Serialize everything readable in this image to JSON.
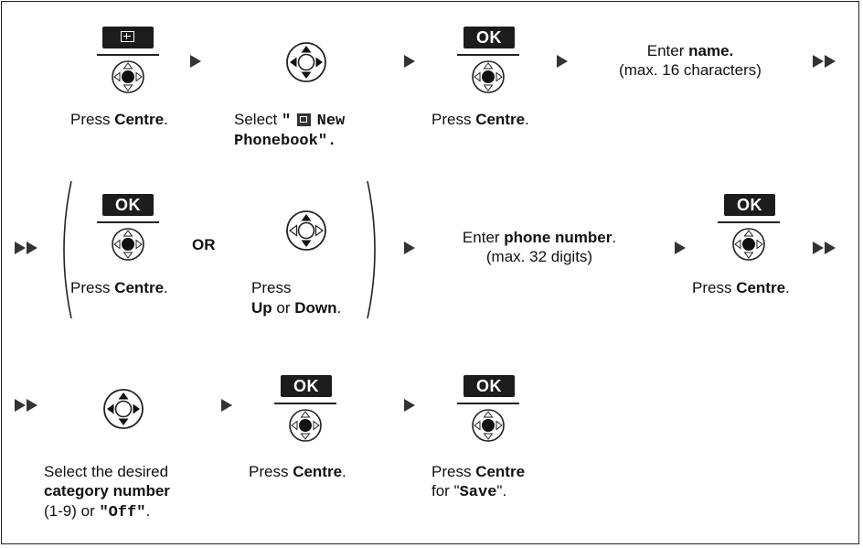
{
  "keys": {
    "ok": "OK"
  },
  "row1": {
    "step1": {
      "pre": "Press ",
      "bold": "Centre",
      "post": "."
    },
    "step2": {
      "pre": "Select ",
      "quote_open": "\"",
      "mono_line1": "New",
      "mono_line2": "Phonebook",
      "quote_close": "\"."
    },
    "step3": {
      "pre": "Press ",
      "bold": "Centre",
      "post": "."
    },
    "step4": {
      "pre": "Enter ",
      "bold": "name.",
      "line2": "(max. 16 characters)"
    }
  },
  "row2": {
    "optionA": {
      "pre": "Press ",
      "bold": "Centre",
      "post": "."
    },
    "or_label": "OR",
    "optionB": {
      "line1": "Press",
      "bold1": "Up",
      "mid": " or ",
      "bold2": "Down",
      "post": "."
    },
    "step2": {
      "pre": "Enter ",
      "bold": "phone number",
      "post": ".",
      "line2": "(max. 32 digits)"
    },
    "step3": {
      "pre": "Press ",
      "bold": "Centre",
      "post": "."
    }
  },
  "row3": {
    "step1": {
      "line1": "Select the desired",
      "bold": "category number",
      "line3_pre": "(1-9) or ",
      "mono": "\"Off\"",
      "line3_post": "."
    },
    "step2": {
      "pre": "Press ",
      "bold": "Centre",
      "post": "."
    },
    "step3": {
      "pre": "Press ",
      "bold": "Centre",
      "line2_pre": "for \"",
      "mono": "Save",
      "line2_post": "\"."
    }
  },
  "icons": [
    "menu-key-icon",
    "navigator-centre-icon",
    "navigator-up-down-icon",
    "navigator-all-directions-icon",
    "phonebook-icon",
    "arrow-right-icon",
    "double-arrow-right-icon"
  ]
}
